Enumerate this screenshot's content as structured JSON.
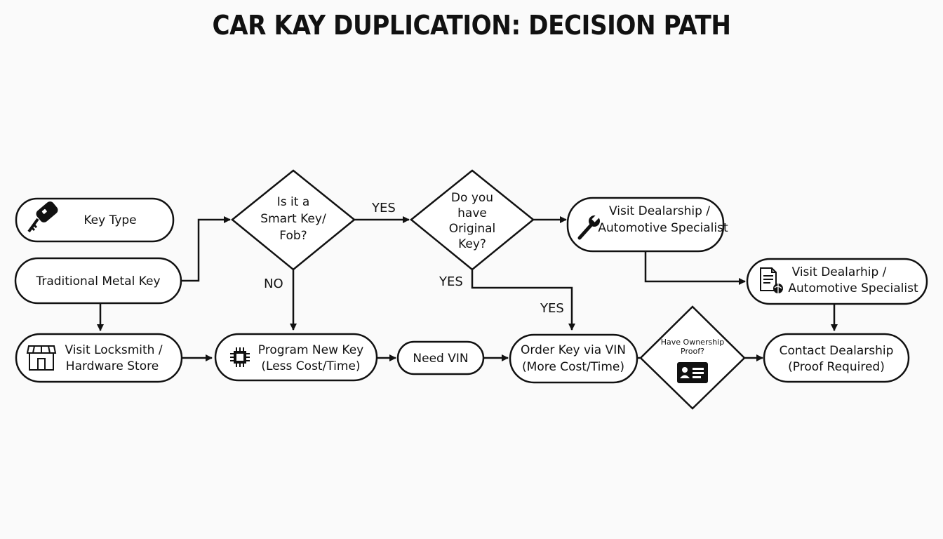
{
  "title": "CAR KAY DUPLICATION: DECISION PATH",
  "nodes": {
    "key_type": "Key Type",
    "traditional": "Traditional Metal Key",
    "smart_q": [
      "Is it a",
      "Smart Key/",
      "Fob?"
    ],
    "original_q": [
      "Do you",
      "have",
      "Original",
      "Key?"
    ],
    "dealer1": [
      "Visit Dealarship /",
      "Automotive Specialist"
    ],
    "dealer2": [
      "Visit Dealarhip /",
      "Automotive Specialist"
    ],
    "locksmith": [
      "Visit Locksmith /",
      "Hardware Store"
    ],
    "program": [
      "Program New Key",
      "(Less Cost/Time)"
    ],
    "need_vin": "Need VIN",
    "order_vin": [
      "Order Key via VIN",
      "(More Cost/Time)"
    ],
    "ownership_q": [
      "Have Ownership",
      "Proof?"
    ],
    "contact": [
      "Contact Dealarship",
      "(Proof Required)"
    ]
  },
  "edge_labels": {
    "yes_smart": "YES",
    "no_smart": "NO",
    "yes_original_down": "YES",
    "yes_order": "YES"
  },
  "icons": {
    "key_type": "car-key-icon",
    "dealer1": "wrench-icon",
    "dealer2": "document-globe-icon",
    "locksmith": "storefront-icon",
    "program": "microchip-icon",
    "ownership": "id-card-icon"
  },
  "colors": {
    "stroke": "#111111",
    "fill": "#ffffff",
    "background": "#fafafa"
  }
}
